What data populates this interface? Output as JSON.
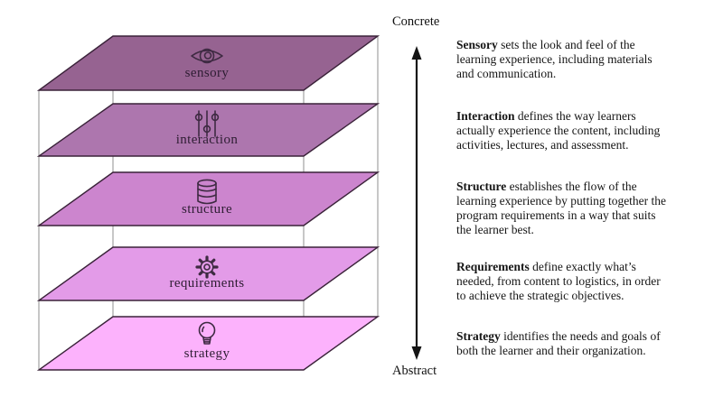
{
  "diagram": {
    "direction_labels": {
      "top": "Concrete",
      "bottom": "Abstract"
    },
    "layers": [
      {
        "label": "sensory",
        "icon": "eye-icon",
        "color": "#966391"
      },
      {
        "label": "interaction",
        "icon": "sliders-icon",
        "color": "#AD76AE"
      },
      {
        "label": "structure",
        "icon": "database-icon",
        "color": "#CC85CE"
      },
      {
        "label": "requirements",
        "icon": "gear-icon",
        "color": "#E39BE8"
      },
      {
        "label": "strategy",
        "icon": "lightbulb-icon",
        "color": "#FCB2FC"
      }
    ]
  },
  "descriptions": [
    {
      "term": "Sensory",
      "text": "sets the look and feel of the\nlearning experience, including materials\nand communication."
    },
    {
      "term": "Interaction",
      "text": "defines the way learners\nactually experience the content, including\nactivities, lectures, and assessment."
    },
    {
      "term": "Structure",
      "text": "establishes the flow of the\nlearning experience by putting together the\nprogram requirements in a way that suits\nthe learner best."
    },
    {
      "term": "Requirements",
      "text": "define exactly what’s\nneeded, from content to logistics, in order\nto achieve the strategic objectives."
    },
    {
      "term": "Strategy",
      "text": "identifies the needs and goals of\nboth the learner and their organization."
    }
  ]
}
